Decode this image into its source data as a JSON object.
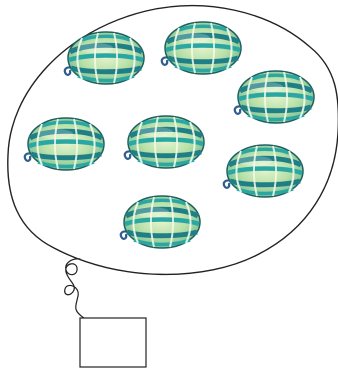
{
  "illustration": {
    "watermelon_count": 7,
    "icons": {
      "watermelon": "watermelon-icon",
      "balloon": "balloon-outline",
      "string": "string-icon",
      "answer_box": "answer-box"
    },
    "colors": {
      "outline": "#222222",
      "rind_dark": "#1f7f87",
      "rind_stripe": "#2aa7a2",
      "rind_light": "#d9efb8",
      "rind_mid": "#88c8a0",
      "stem": "#2f5d8f"
    }
  }
}
